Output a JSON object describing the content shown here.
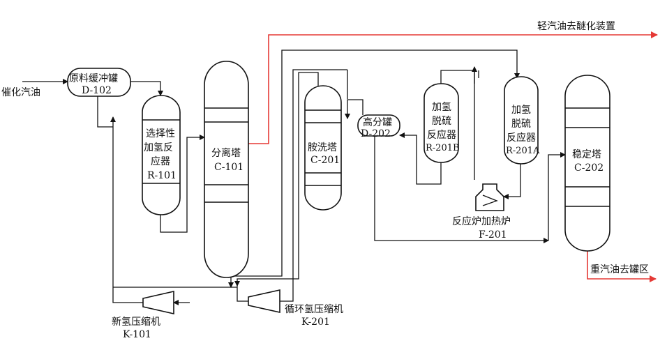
{
  "colors": {
    "line": "#111111",
    "product_line": "#e53935"
  },
  "streams": {
    "feed": "催化汽油",
    "light_product": "轻汽油去醚化装置",
    "heavy_product": "重汽油去罐区"
  },
  "equipment": {
    "d102": {
      "name": "原料缓冲罐",
      "tag": "D-102"
    },
    "r101": {
      "name_l1": "选择性",
      "name_l2": "加氢反",
      "name_l3": "应器",
      "tag": "R-101"
    },
    "c101": {
      "name": "分离塔",
      "tag": "C-101"
    },
    "c201": {
      "name": "胺洗塔",
      "tag": "C-201"
    },
    "d202": {
      "name": "高分罐",
      "tag": "D-202"
    },
    "r201b": {
      "name_l1": "加氢",
      "name_l2": "脱硫",
      "name_l3": "反应器",
      "tag": "R-201B"
    },
    "r201a": {
      "name_l1": "加氢",
      "name_l2": "脱硫",
      "name_l3": "反应器",
      "tag": "R-201A"
    },
    "f201": {
      "name": "反应炉加热炉",
      "tag": "F-201"
    },
    "c202": {
      "name": "稳定塔",
      "tag": "C-202"
    },
    "k101": {
      "name": "新氢压缩机",
      "tag": "K-101"
    },
    "k201": {
      "name": "循环氢压缩机",
      "tag": "K-201"
    }
  }
}
